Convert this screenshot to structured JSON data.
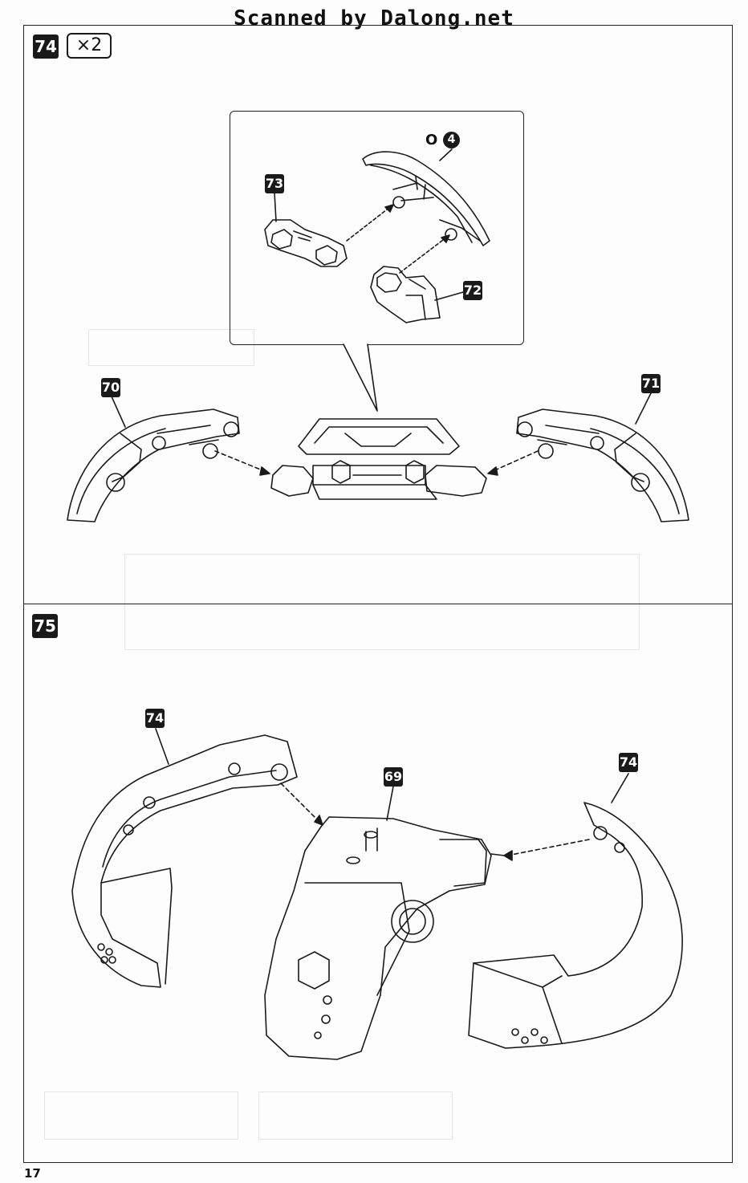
{
  "watermark": "Scanned by Dalong.net",
  "page_number": "17",
  "steps": {
    "step74": {
      "number": "74",
      "multiplier": "×2"
    },
    "step75": {
      "number": "75"
    }
  },
  "part_labels": {
    "p73": "73",
    "p72": "72",
    "p70": "70",
    "p71": "71",
    "p74a": "74",
    "p74b": "74",
    "p69": "69"
  },
  "pin_note": {
    "open_circle": "O",
    "count": "4"
  },
  "colors": {
    "ink": "#1a1a1a",
    "paper": "#fdfdfd",
    "ghost": "#e3e3e3"
  }
}
